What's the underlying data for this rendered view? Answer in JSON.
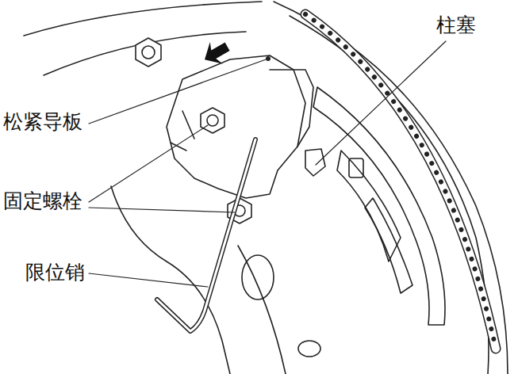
{
  "diagram": {
    "labels": [
      "柱塞",
      "松紧导板",
      "固定螺栓",
      "限位销"
    ]
  }
}
